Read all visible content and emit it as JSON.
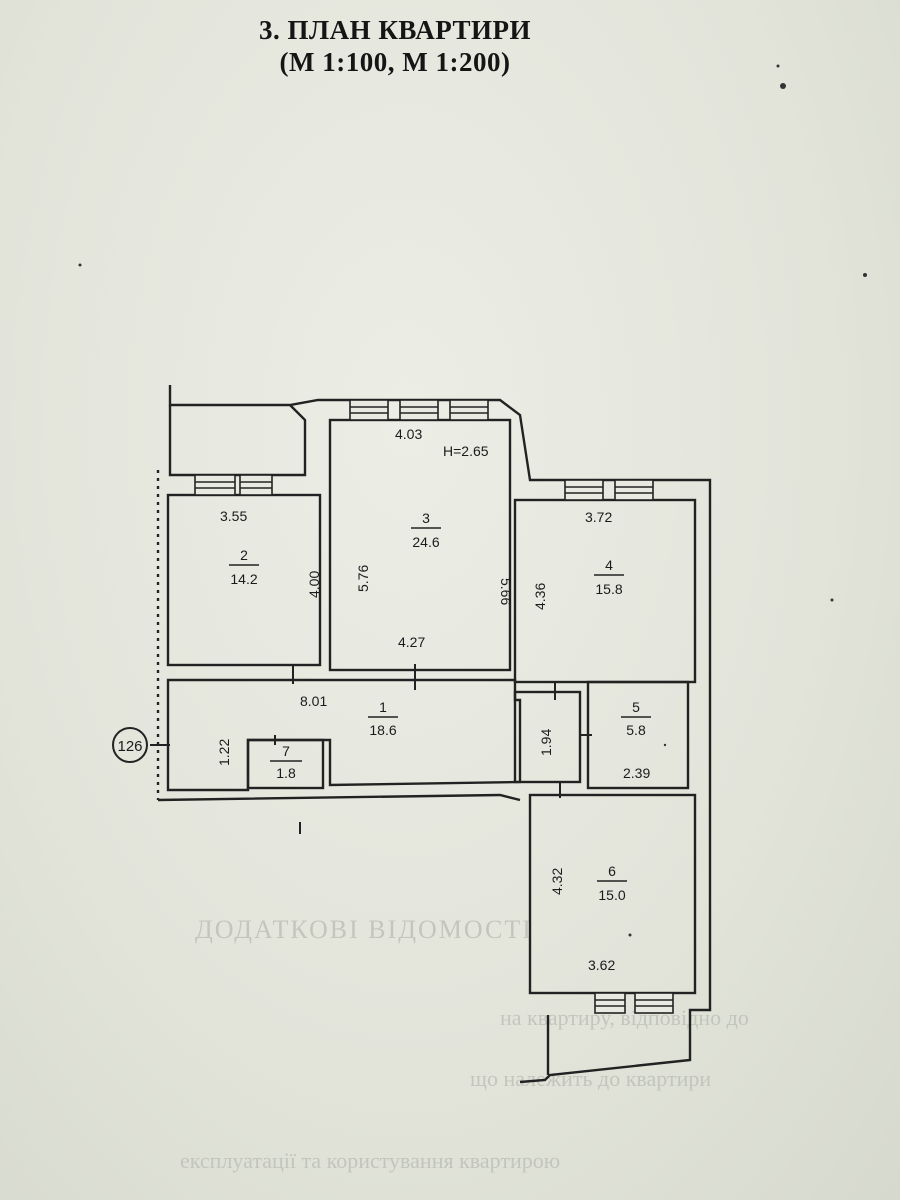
{
  "document": {
    "title_line1": "3.  ПЛАН КВАРТИРИ",
    "title_line2": "(М 1:100, М 1:200)"
  },
  "plan": {
    "ceiling_height": "Н=2.65",
    "entrance_marker": "126",
    "rooms": [
      {
        "number": "1",
        "area": "18.6"
      },
      {
        "number": "2",
        "area": "14.2"
      },
      {
        "number": "3",
        "area": "24.6"
      },
      {
        "number": "4",
        "area": "15.8"
      },
      {
        "number": "5",
        "area": "5.8"
      },
      {
        "number": "6",
        "area": "15.0"
      },
      {
        "number": "7",
        "area": "1.8"
      }
    ],
    "dimensions": {
      "room3_width_top": "4.03",
      "room3_width_bottom": "4.27",
      "room3_height_left": "5.76",
      "room3_height_right": "5.66",
      "room2_width": "3.55",
      "room2_height": "4.00",
      "room4_width": "3.72",
      "room4_height": "4.36",
      "hall_length": "8.01",
      "hall_depth": "1.22",
      "corridor_width": "1.94",
      "room5_width": "2.39",
      "room6_height": "4.32",
      "room6_width": "3.62"
    }
  },
  "background_text": {
    "heading": "ДОДАТКОВІ ВІДОМОСТІ",
    "line1": "на квартиру, відповідно до",
    "line2": "що належить до квартири",
    "line3": "експлуатації та користування квартирою"
  }
}
